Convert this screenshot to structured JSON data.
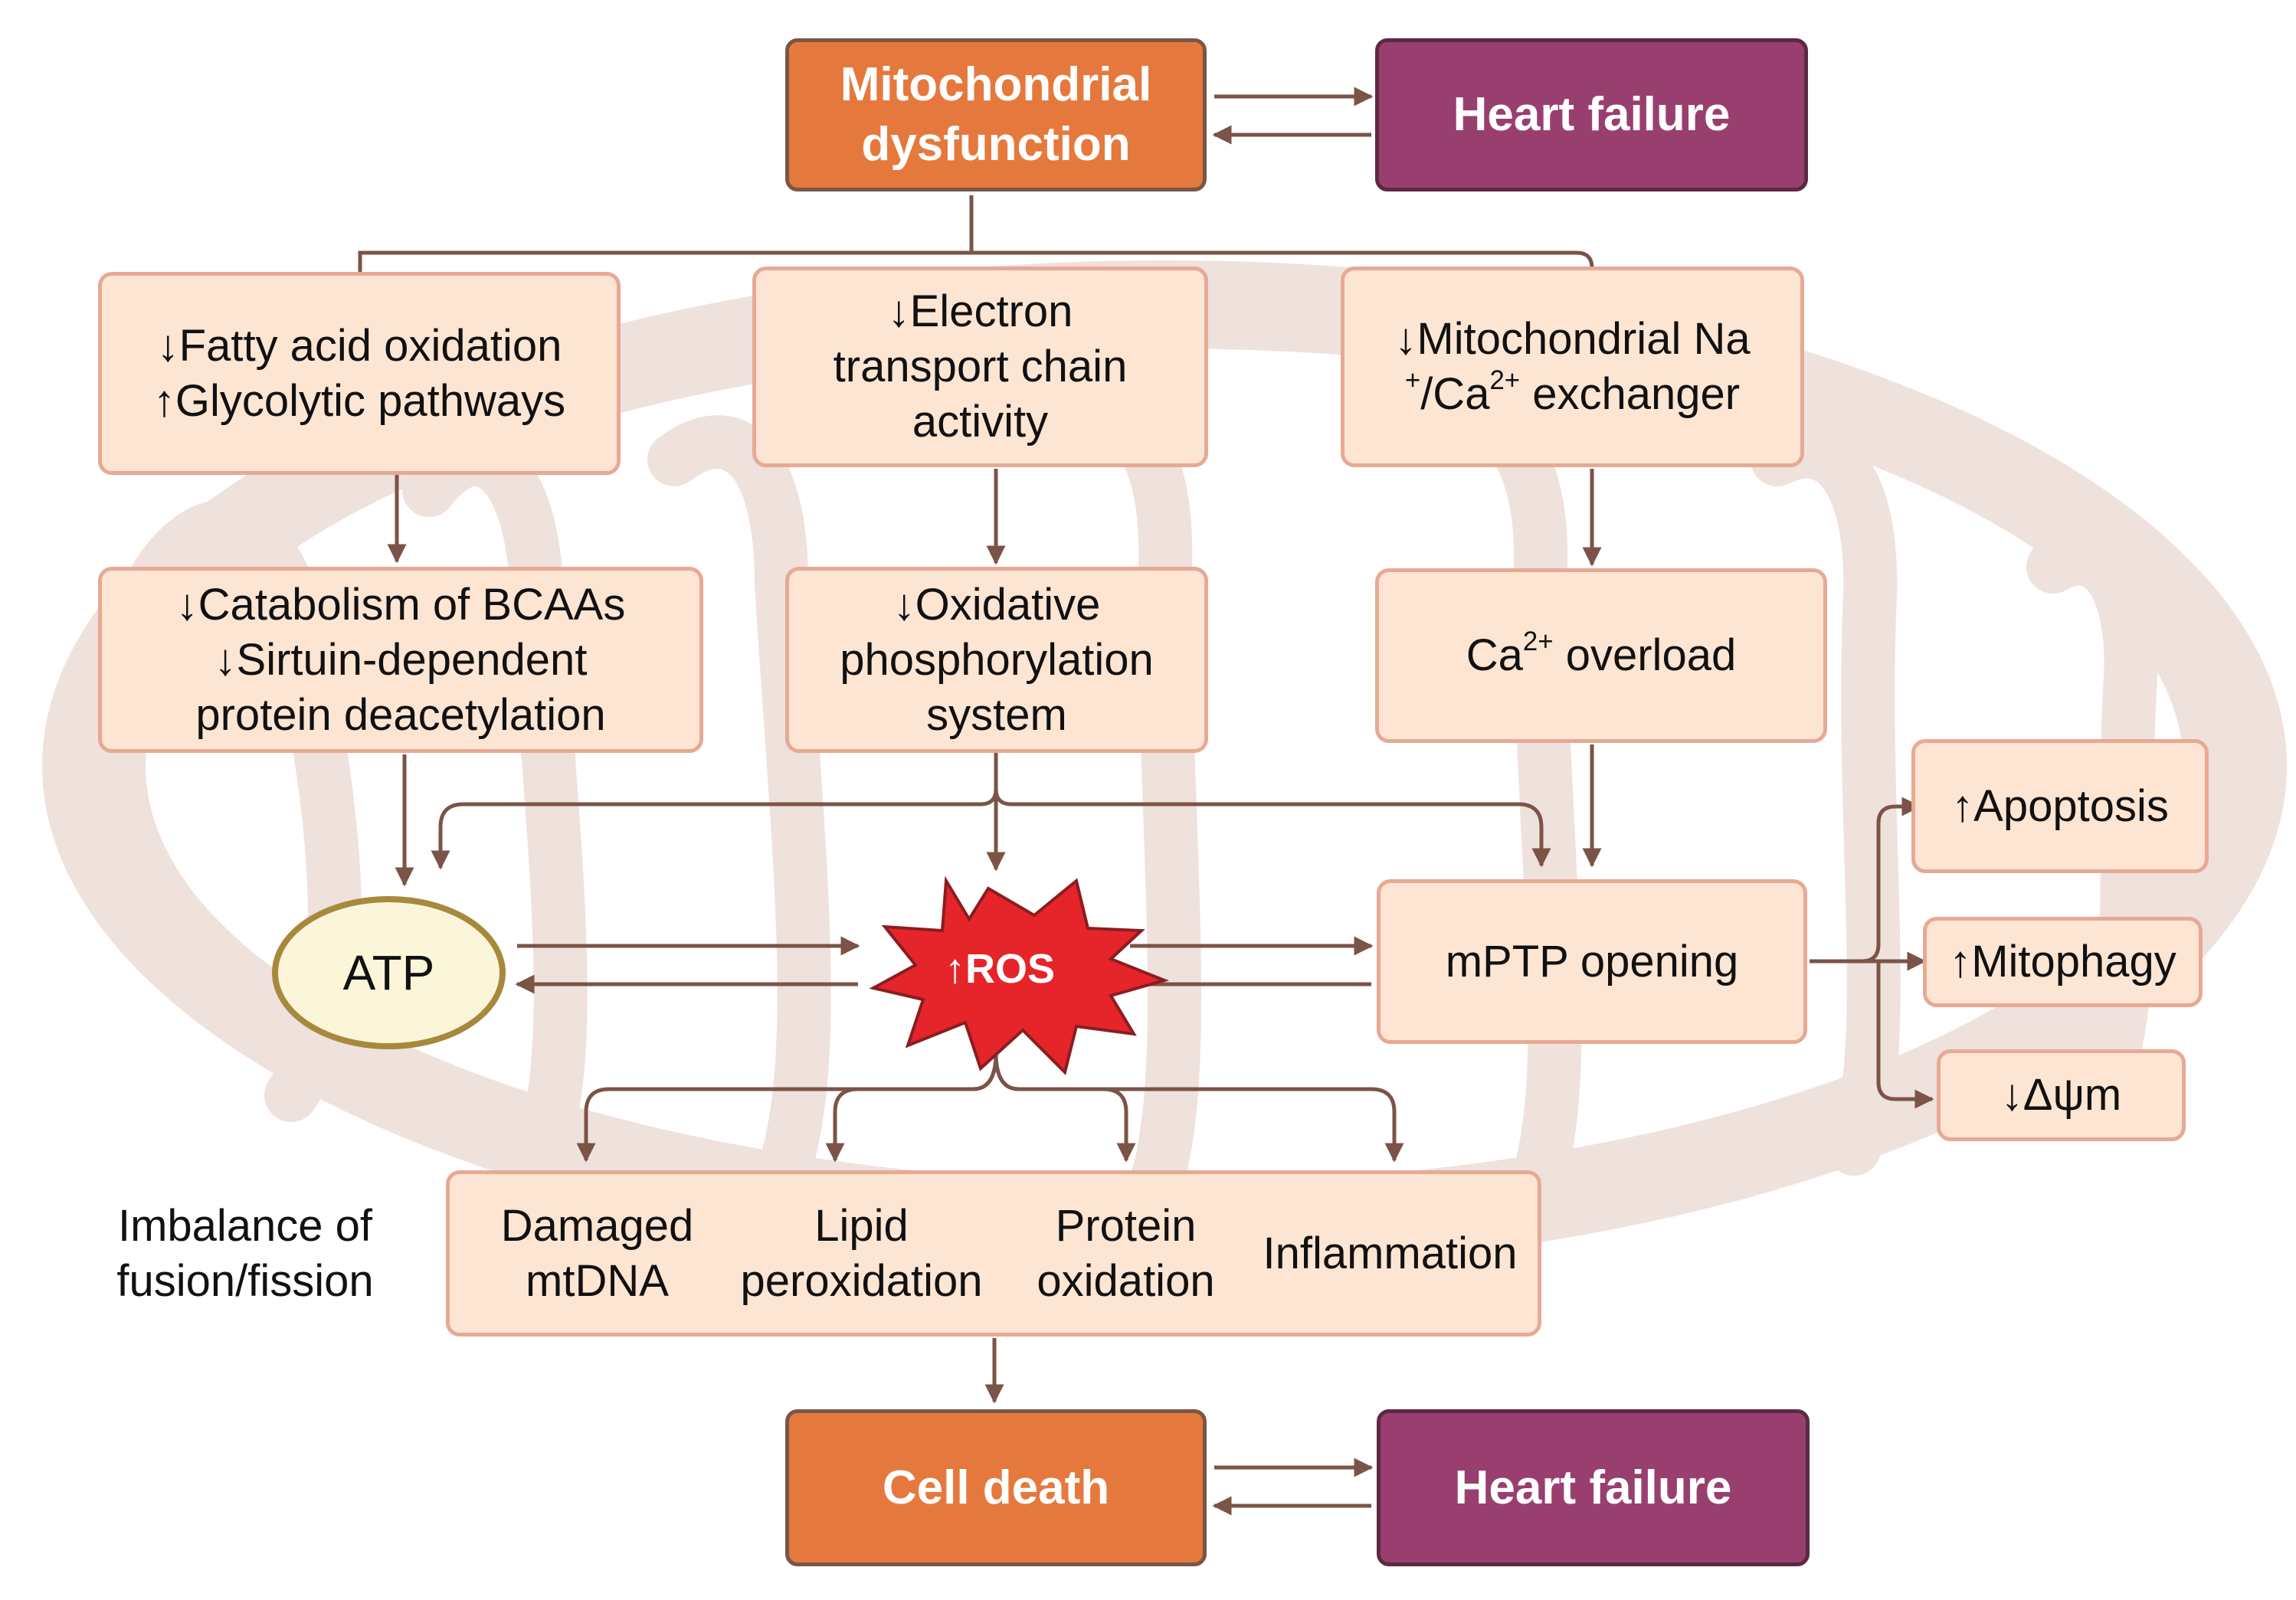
{
  "colors": {
    "orange_fill": "#e5793d",
    "purple_fill": "#993f70",
    "pale_fill": "#fde5d3",
    "arrow": "#7b5447",
    "ros_fill": "#e5252a",
    "atp_fill": "#fbf6d9",
    "mitochondrion": "#efe1dc"
  },
  "top": {
    "mito_dysfunction": [
      "Mitochondrial",
      "dysfunction"
    ],
    "heart_failure": "Heart failure"
  },
  "branches": {
    "fatty": [
      "↓Fatty acid oxidation",
      "↑Glycolytic pathways"
    ],
    "etc": [
      "↓Electron",
      "transport chain",
      "activity"
    ],
    "ncx": {
      "line1": "↓Mitochondrial Na",
      "line2_pre": "+",
      "line2_mid": "/Ca",
      "line2_sup": "2+",
      "line2_post": " exchanger"
    },
    "bcaa": [
      "↓Catabolism of BCAAs",
      "↓Sirtuin-dependent",
      "protein deacetylation"
    ],
    "oxphos": [
      "↓Oxidative",
      "phosphorylation",
      "system"
    ],
    "ca_overload": {
      "pre": "Ca",
      "sup": "2+",
      "post": " overload"
    }
  },
  "center": {
    "atp": "ATP",
    "ros": "↑ROS",
    "mptp": "mPTP opening"
  },
  "outcomes": {
    "apoptosis": "↑Apoptosis",
    "mitophagy": "↑Mitophagy",
    "dpsi": "↓Δψm"
  },
  "damage": {
    "imbalance": [
      "Imbalance of",
      "fusion/fission"
    ],
    "mtdna": [
      "Damaged",
      "mtDNA"
    ],
    "lipid": [
      "Lipid",
      "peroxidation"
    ],
    "protein": [
      "Protein",
      "oxidation"
    ],
    "inflammation": "Inflammation"
  },
  "bottom": {
    "cell_death": "Cell death",
    "heart_failure": "Heart failure"
  }
}
